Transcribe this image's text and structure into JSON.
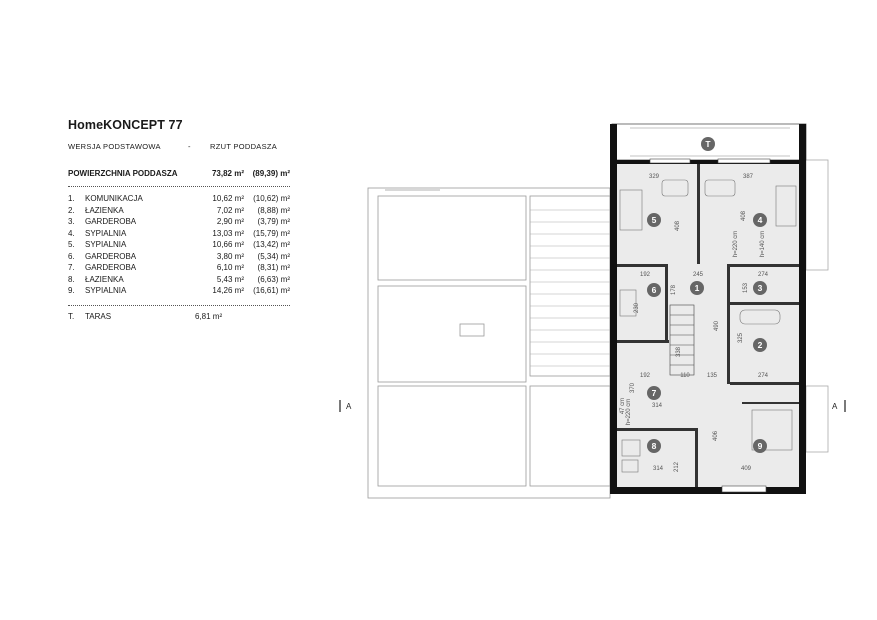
{
  "header": {
    "title": "HomeKONCEPT 77",
    "version": "WERSJA  PODSTAWOWA",
    "separator": "-",
    "view": "RZUT PODDASZA"
  },
  "area": {
    "label": "POWIERZCHNIA PODDASZA",
    "net": "73,82 m²",
    "gross": "(89,39) m²"
  },
  "rooms": [
    {
      "num": "1.",
      "name": "KOMUNIKACJA",
      "area": "10,62 m²",
      "area2": "(10,62) m²"
    },
    {
      "num": "2.",
      "name": "ŁAZIENKA",
      "area": "7,02 m²",
      "area2": "(8,88) m²"
    },
    {
      "num": "3.",
      "name": "GARDEROBA",
      "area": "2,90 m²",
      "area2": "(3,79) m²"
    },
    {
      "num": "4.",
      "name": "SYPIALNIA",
      "area": "13,03 m²",
      "area2": "(15,79) m²"
    },
    {
      "num": "5.",
      "name": "SYPIALNIA",
      "area": "10,66 m²",
      "area2": "(13,42) m²"
    },
    {
      "num": "6.",
      "name": "GARDEROBA",
      "area": "3,80 m²",
      "area2": "(5,34) m²"
    },
    {
      "num": "7.",
      "name": "GARDEROBA",
      "area": "6,10 m²",
      "area2": "(8,31) m²"
    },
    {
      "num": "8.",
      "name": "ŁAZIENKA",
      "area": "5,43 m²",
      "area2": "(6,63) m²"
    },
    {
      "num": "9.",
      "name": "SYPIALNIA",
      "area": "14,26 m²",
      "area2": "(16,61) m²"
    }
  ],
  "terrace": {
    "num": "T.",
    "name": "TARAS",
    "area": "6,81 m²"
  },
  "plan": {
    "section_label": "A",
    "terrace_marker": "T",
    "room_markers": [
      "1",
      "2",
      "3",
      "4",
      "5",
      "6",
      "7",
      "8",
      "9"
    ],
    "dimensions": [
      "329",
      "387",
      "408",
      "408",
      "192",
      "245",
      "274",
      "153",
      "178",
      "490",
      "325",
      "230",
      "338",
      "110",
      "135",
      "274",
      "192",
      "314",
      "47 cm",
      "h=220 cm",
      "h=220 cm",
      "h=140 cm",
      "406",
      "314",
      "212",
      "409",
      "370"
    ]
  }
}
